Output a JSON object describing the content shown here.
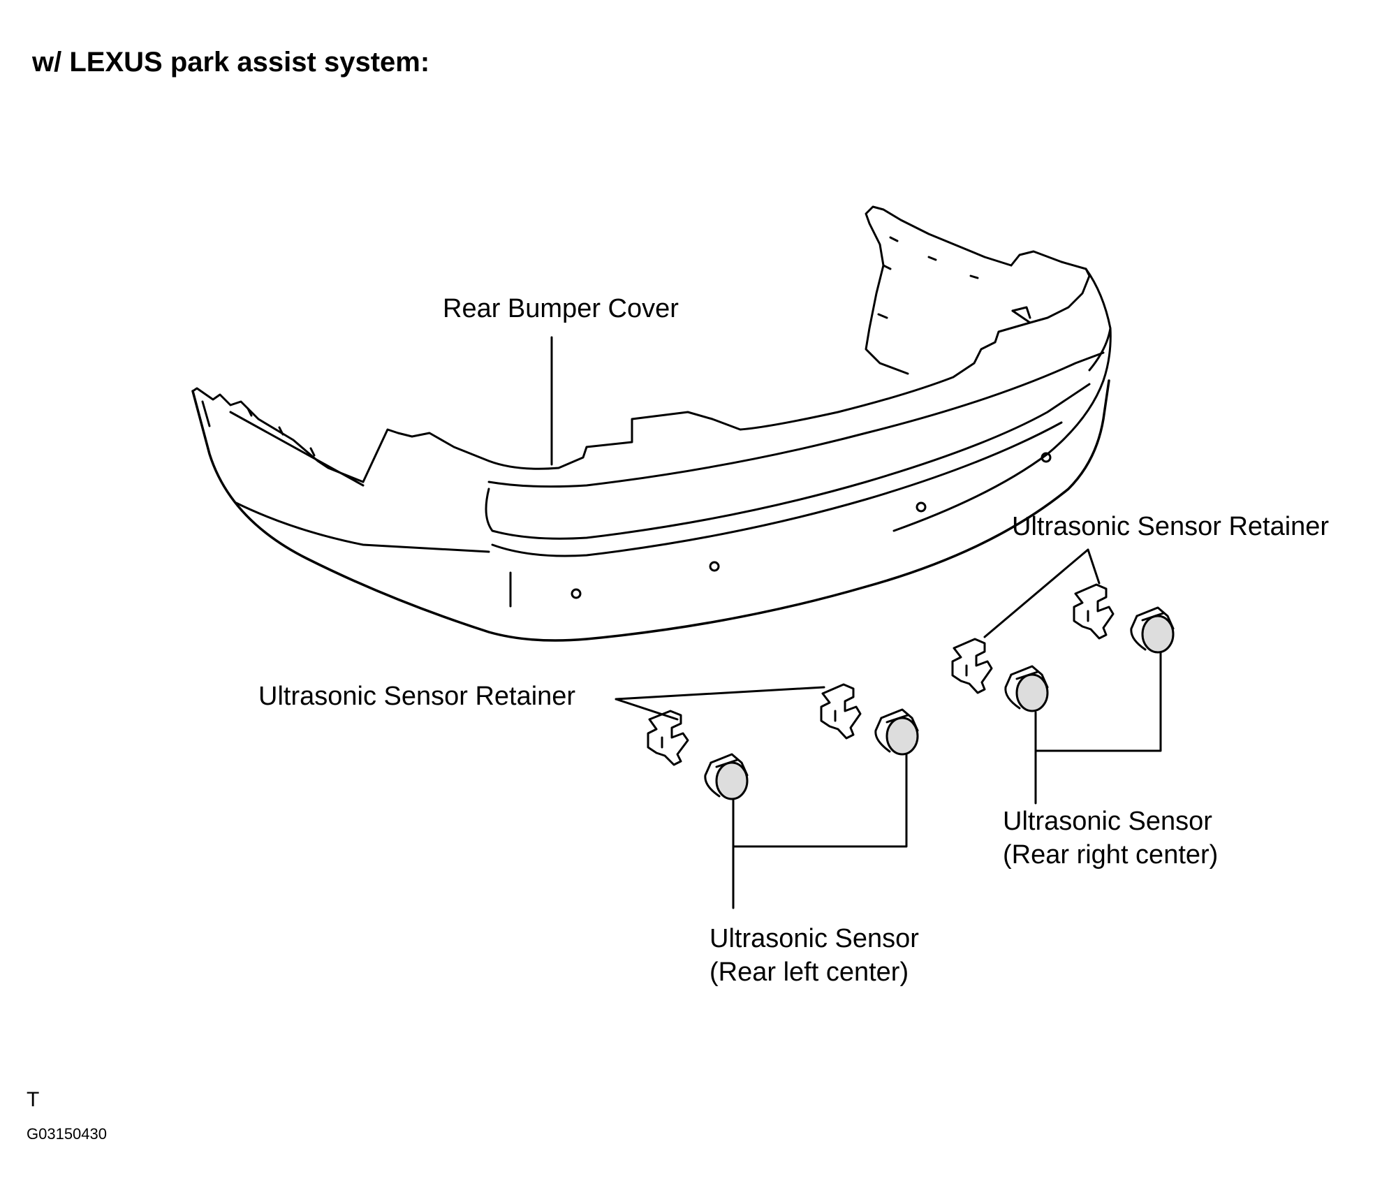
{
  "heading": "w/ LEXUS park assist system:",
  "labels": {
    "bumper_cover": "Rear Bumper Cover",
    "retainer_right": "Ultrasonic Sensor Retainer",
    "retainer_left": "Ultrasonic Sensor Retainer",
    "sensor_right_line1": "Ultrasonic Sensor",
    "sensor_right_line2": "(Rear right center)",
    "sensor_left_line1": "Ultrasonic Sensor",
    "sensor_left_line2": "(Rear left center)"
  },
  "footer": {
    "mark": "T",
    "figure_code": "G03150430"
  }
}
